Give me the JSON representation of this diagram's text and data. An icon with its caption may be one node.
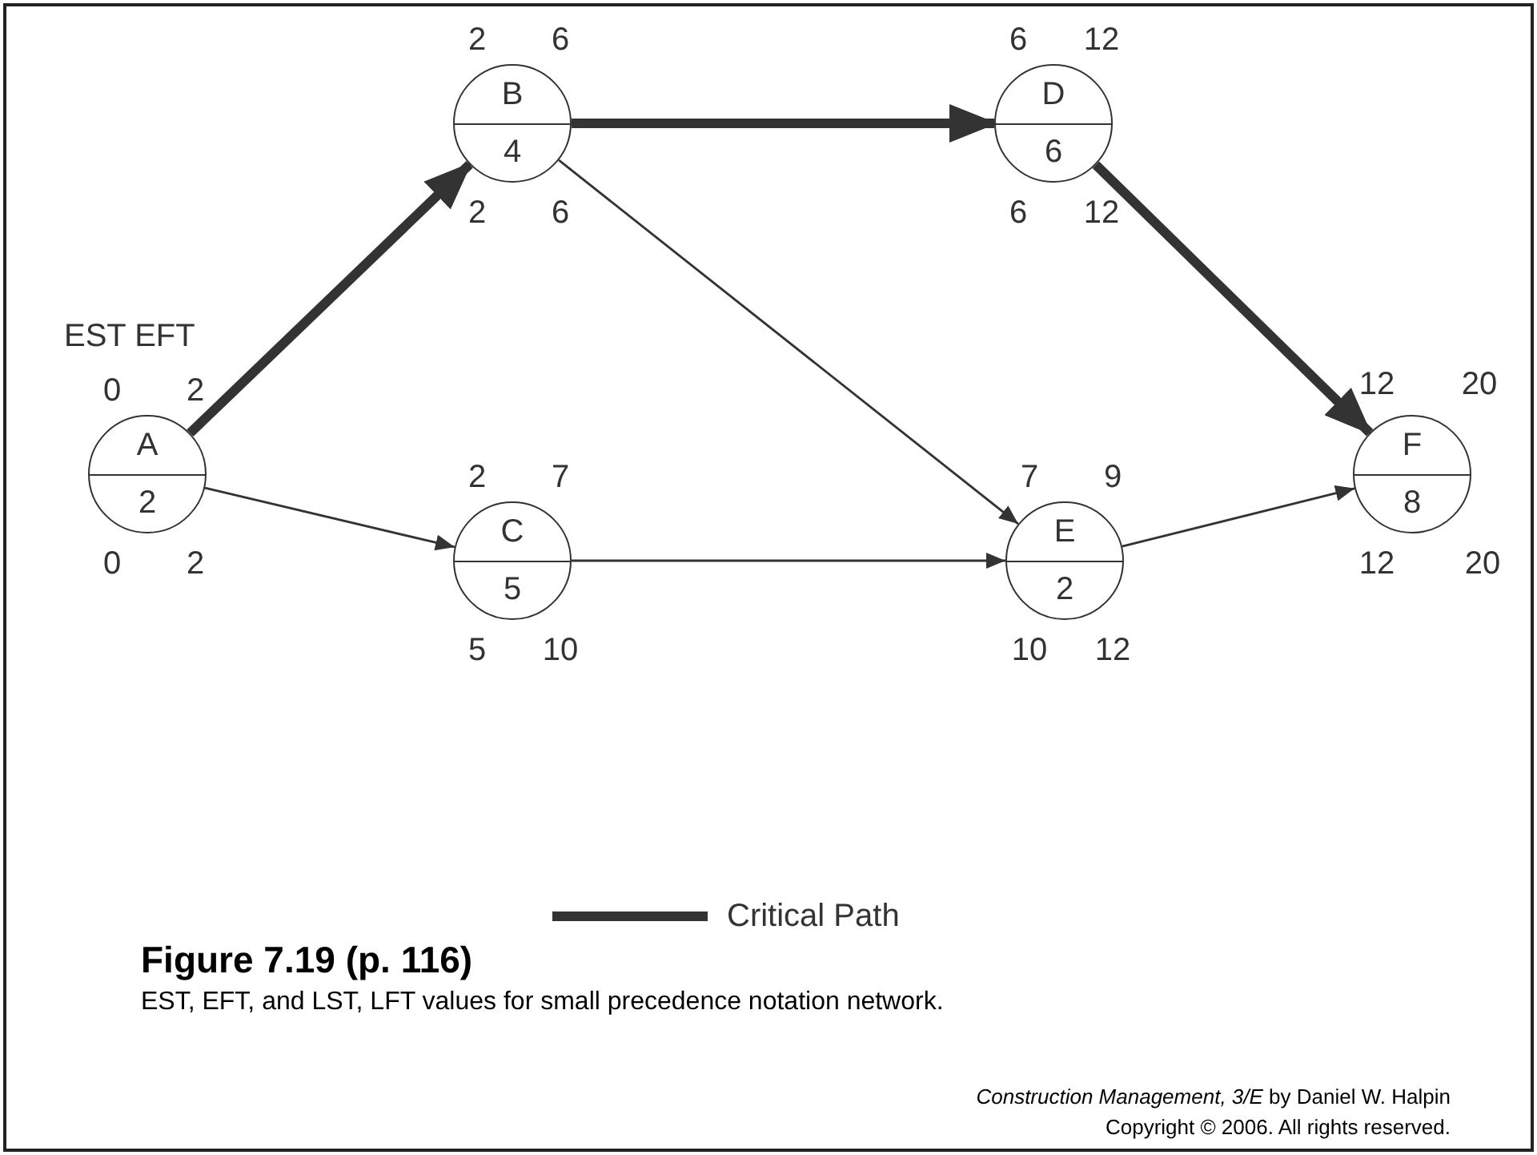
{
  "diagram": {
    "title": "Figure 7.19  (p. 116)",
    "caption": "EST, EFT, and LST, LFT values for small precedence notation network.",
    "nodes": [
      {
        "text": [
          "A",
          "2"
        ],
        "beside": [
          "0",
          "2",
          "0",
          "2"
        ]
      },
      {
        "text": [
          "B",
          "4"
        ],
        "beside": [
          "2",
          "6",
          "2",
          "6"
        ]
      },
      {
        "text": [
          "C",
          "5"
        ],
        "beside": [
          "2",
          "7",
          "5",
          "10"
        ]
      },
      {
        "text": [
          "D",
          "6"
        ],
        "beside": [
          "6",
          "12",
          "6",
          "12"
        ]
      },
      {
        "text": [
          "E",
          "2"
        ],
        "beside": [
          "7",
          "9",
          "10",
          "12"
        ]
      },
      {
        "text": [
          "F",
          "8"
        ],
        "beside": [
          "12",
          "20",
          "12",
          "20"
        ]
      }
    ],
    "edges": [
      {
        "from": 0,
        "to": 1,
        "arrow": "to",
        "style": "thick"
      },
      {
        "from": 1,
        "to": 3,
        "arrow": "to",
        "style": "thick"
      },
      {
        "from": 3,
        "to": 5,
        "arrow": "to",
        "style": "thick"
      },
      {
        "from": 0,
        "to": 2,
        "arrow": "to"
      },
      {
        "from": 1,
        "to": 4,
        "arrow": "to"
      },
      {
        "from": 2,
        "to": 4,
        "arrow": "to"
      },
      {
        "from": 4,
        "to": 5,
        "arrow": "to"
      }
    ],
    "labels": [
      "EST EFT",
      "*Construction Management, 3/E* by Daniel W. Halpin",
      "Copyright © 2006. All rights reserved."
    ],
    "legend": [
      {
        "text": "Critical Path"
      }
    ]
  }
}
